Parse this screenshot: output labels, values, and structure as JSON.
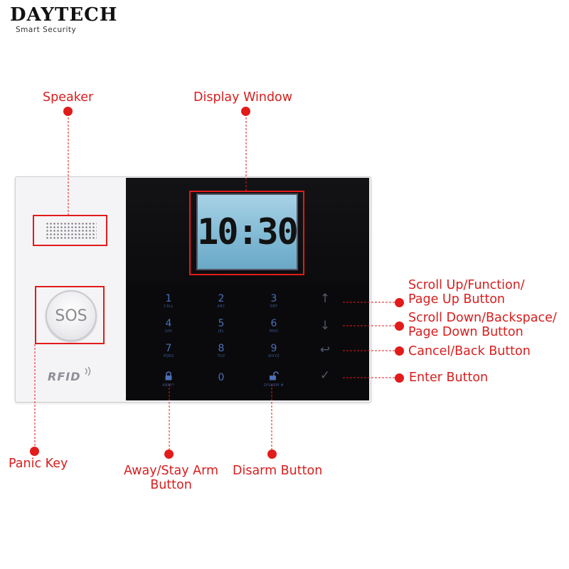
{
  "brand": {
    "logo": "DAYTECH",
    "tagline": "Smart Security"
  },
  "display": {
    "time": "10:30"
  },
  "device": {
    "sos_label": "SOS",
    "rfid_label": "RFID"
  },
  "keypad": {
    "k1": {
      "num": "1",
      "sub": "CALL"
    },
    "k2": {
      "num": "2",
      "sub": "ABC"
    },
    "k3": {
      "num": "3",
      "sub": "DEF"
    },
    "k4": {
      "num": "4",
      "sub": "GHI"
    },
    "k5": {
      "num": "5",
      "sub": "JKL"
    },
    "k6": {
      "num": "6",
      "sub": "MNO"
    },
    "k7": {
      "num": "7",
      "sub": "PQRS"
    },
    "k8": {
      "num": "8",
      "sub": "TUV"
    },
    "k9": {
      "num": "9",
      "sub": "WXYZ"
    },
    "k0": {
      "num": "0",
      "sub": ""
    },
    "away": {
      "icon": "lock-icon",
      "sub": "ARM/*"
    },
    "disarm": {
      "icon": "unlock-icon",
      "sub": "DISARM #"
    },
    "up": "↑",
    "down": "↓",
    "back": "↩",
    "enter": "✓"
  },
  "callouts": {
    "speaker": "Speaker",
    "display_window": "Display Window",
    "scroll_up": [
      "Scroll Up/Function/",
      "Page Up Button"
    ],
    "scroll_down": [
      "Scroll Down/Backspace/",
      "Page Down Button"
    ],
    "cancel": "Cancel/Back Button",
    "enter": "Enter Button",
    "panic": "Panic Key",
    "away_stay": [
      "Away/Stay Arm",
      "Button"
    ],
    "disarm": "Disarm Button"
  },
  "colors": {
    "callout": "#d81e1e",
    "dot": "#e21b1b",
    "key_text": "#4a6fb8"
  }
}
